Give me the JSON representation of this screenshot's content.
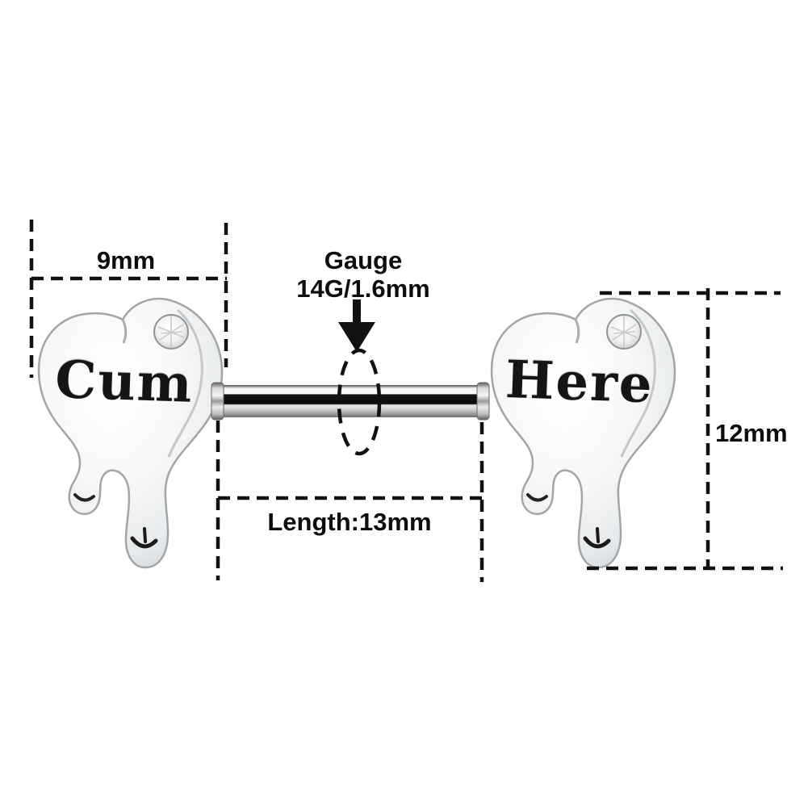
{
  "labels": {
    "width": "9mm",
    "gauge_title": "Gauge",
    "gauge_value": "14G/1.6mm",
    "length": "Length:13mm",
    "height": "12mm"
  },
  "engravings": {
    "left": "Cum",
    "right": "Here"
  },
  "colors": {
    "background": "#ffffff",
    "dimension_line": "#111111",
    "engraving": "#151515",
    "metal_light": "#fafbfb",
    "metal_mid": "#dcdfe1",
    "metal_dark": "#9aa0a3",
    "bar_black_band": "#0b0b0b"
  }
}
